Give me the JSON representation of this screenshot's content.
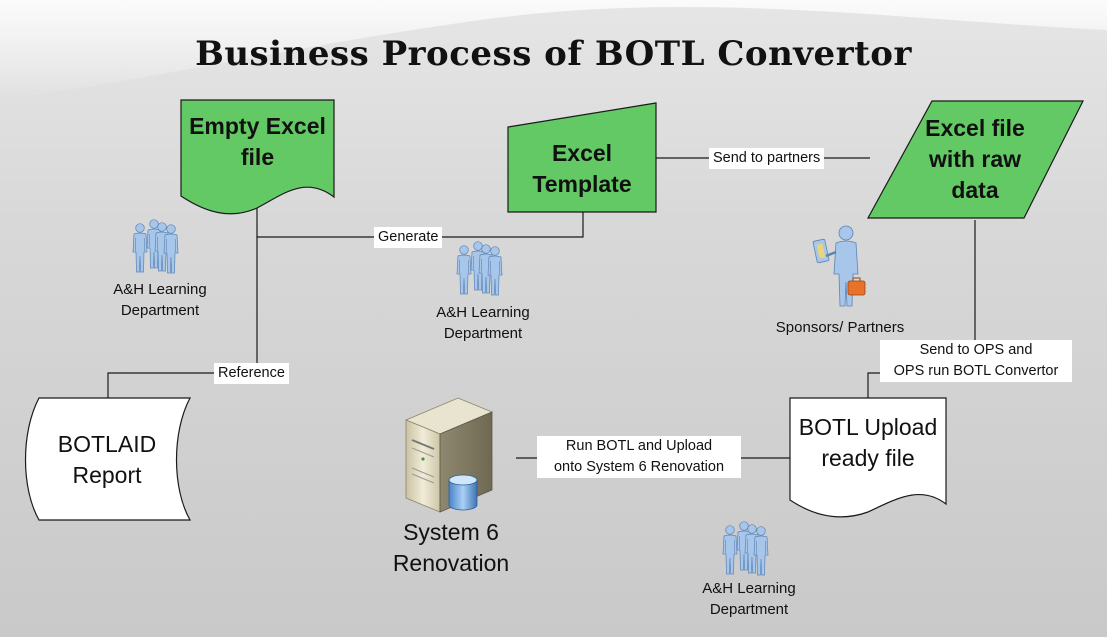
{
  "title": "Business Process of BOTL Convertor",
  "nodes": {
    "empty_excel": "Empty Excel\nfile",
    "excel_template": "Excel\nTemplate",
    "excel_raw": "Excel file\nwith raw\ndata",
    "botlaid_report": "BOTLAID\nReport",
    "botl_upload": "BOTL Upload\nready file",
    "system6": "System 6\nRenovation"
  },
  "edges": {
    "send_to_partners": "Send to partners",
    "generate": "Generate",
    "reference": "Reference",
    "send_to_ops": "Send to OPS and\nOPS run BOTL Convertor",
    "run_botl": "Run BOTL and Upload\nonto System 6 Renovation"
  },
  "people": {
    "ah_learning_1": "A&H Learning\nDepartment",
    "ah_learning_2": "A&H Learning\nDepartment",
    "ah_learning_3": "A&H Learning\nDepartment",
    "sponsors": "Sponsors/ Partners"
  },
  "colors": {
    "green_fill": "#63c964",
    "white_fill": "#ffffff",
    "people": "#a7c6ea",
    "case": "#e8722a"
  }
}
